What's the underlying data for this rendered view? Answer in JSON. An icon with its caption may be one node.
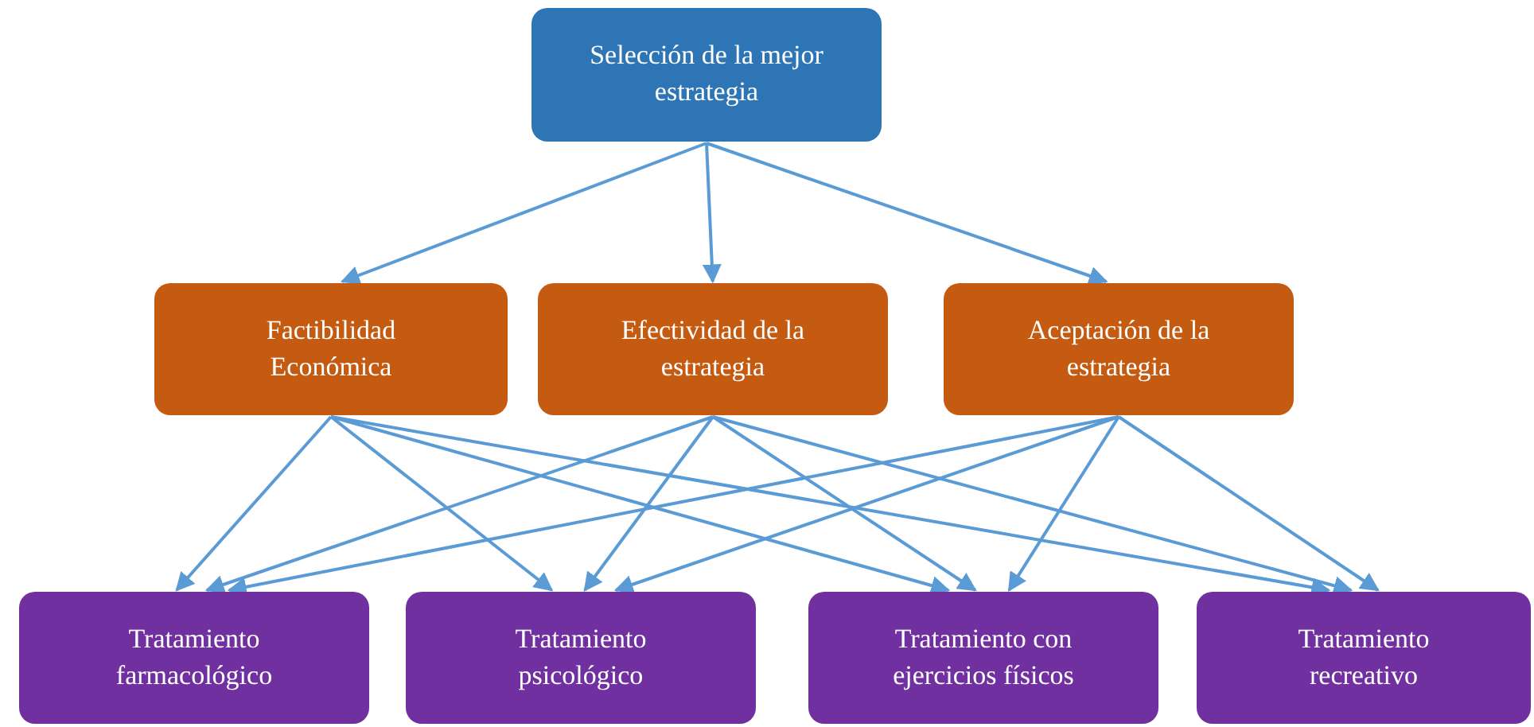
{
  "diagram": {
    "nodes": [
      {
        "text": [
          "Selección de la mejor estrategia"
        ]
      },
      {
        "text": [
          "Factibilidad Económica"
        ]
      },
      {
        "text": [
          "Efectividad de la estrategia"
        ]
      },
      {
        "text": [
          "Aceptación de la estrategia"
        ]
      },
      {
        "text": [
          "Tratamiento farmacológico"
        ]
      },
      {
        "text": [
          "Tratamiento psicológico"
        ]
      },
      {
        "text": [
          "Tratamiento con ejercicios físicos"
        ]
      },
      {
        "text": [
          "Tratamiento recreativo"
        ]
      }
    ],
    "edges": [
      {
        "from": 0,
        "to": 1,
        "arrow": "to"
      },
      {
        "from": 0,
        "to": 2,
        "arrow": "to"
      },
      {
        "from": 0,
        "to": 3,
        "arrow": "to"
      },
      {
        "from": 1,
        "to": 4,
        "arrow": "to"
      },
      {
        "from": 1,
        "to": 5,
        "arrow": "to"
      },
      {
        "from": 1,
        "to": 6,
        "arrow": "to"
      },
      {
        "from": 1,
        "to": 7,
        "arrow": "to"
      },
      {
        "from": 2,
        "to": 4,
        "arrow": "to"
      },
      {
        "from": 2,
        "to": 5,
        "arrow": "to"
      },
      {
        "from": 2,
        "to": 6,
        "arrow": "to"
      },
      {
        "from": 2,
        "to": 7,
        "arrow": "to"
      },
      {
        "from": 3,
        "to": 4,
        "arrow": "to"
      },
      {
        "from": 3,
        "to": 5,
        "arrow": "to"
      },
      {
        "from": 3,
        "to": 6,
        "arrow": "to"
      },
      {
        "from": 3,
        "to": 7,
        "arrow": "to"
      }
    ]
  }
}
